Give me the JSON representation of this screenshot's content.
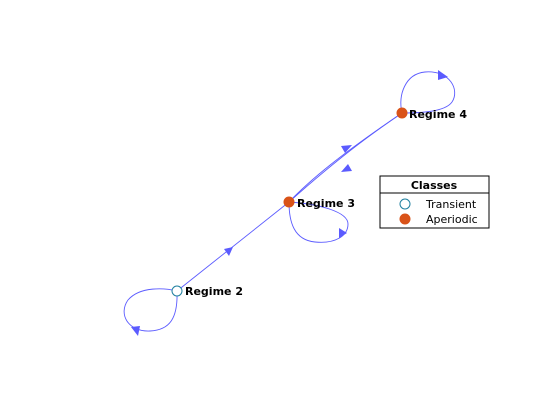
{
  "graph": {
    "nodes": [
      {
        "id": "regime2",
        "label": "Regime 2",
        "class": "transient"
      },
      {
        "id": "regime3",
        "label": "Regime 3",
        "class": "aperiodic"
      },
      {
        "id": "regime4",
        "label": "Regime 4",
        "class": "aperiodic"
      }
    ],
    "edges": [
      {
        "from": "regime2",
        "to": "regime2"
      },
      {
        "from": "regime2",
        "to": "regime3"
      },
      {
        "from": "regime3",
        "to": "regime3"
      },
      {
        "from": "regime3",
        "to": "regime4"
      },
      {
        "from": "regime4",
        "to": "regime3"
      },
      {
        "from": "regime4",
        "to": "regime4"
      }
    ]
  },
  "legend": {
    "title": "Classes",
    "entries": [
      {
        "label": "Transient",
        "class": "transient"
      },
      {
        "label": "Aperiodic",
        "class": "aperiodic"
      }
    ]
  },
  "colors": {
    "edge": "#5b5bff",
    "transient_fill": "#ffffff",
    "transient_stroke": "#1f7f9f",
    "aperiodic_fill": "#d95319",
    "aperiodic_stroke": "#d95319",
    "legend_border": "#000000"
  }
}
